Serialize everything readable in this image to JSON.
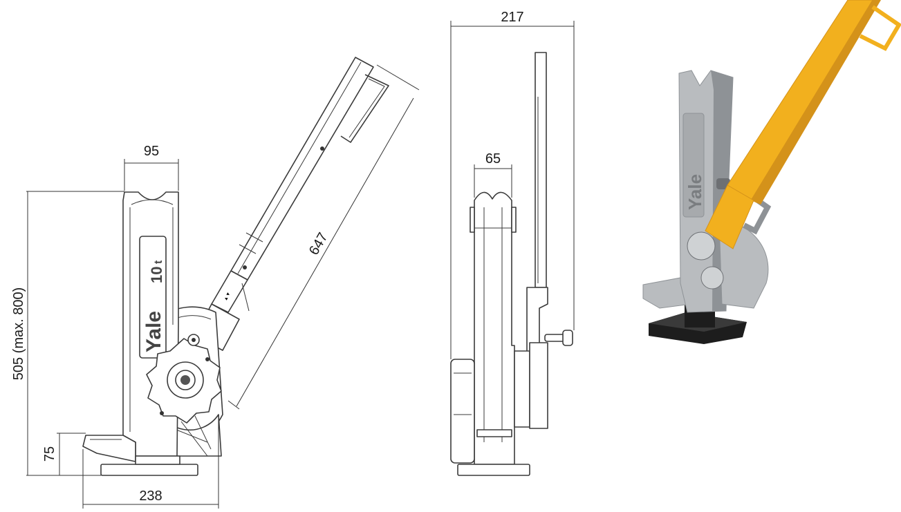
{
  "dimensions": {
    "top_width": "95",
    "height": "505 (max. 800)",
    "foot_height": "75",
    "base_width": "238",
    "handle_length": "647",
    "side_depth": "217",
    "side_top_width": "65"
  },
  "logo": {
    "brand": "Yale",
    "capacity": "10",
    "unit": "t"
  },
  "colors": {
    "handle": "#f2b01e",
    "handle_shade": "#d4921a",
    "body": "#b9bcbf",
    "body_shade": "#8e9296",
    "base": "#1d1d1d"
  }
}
